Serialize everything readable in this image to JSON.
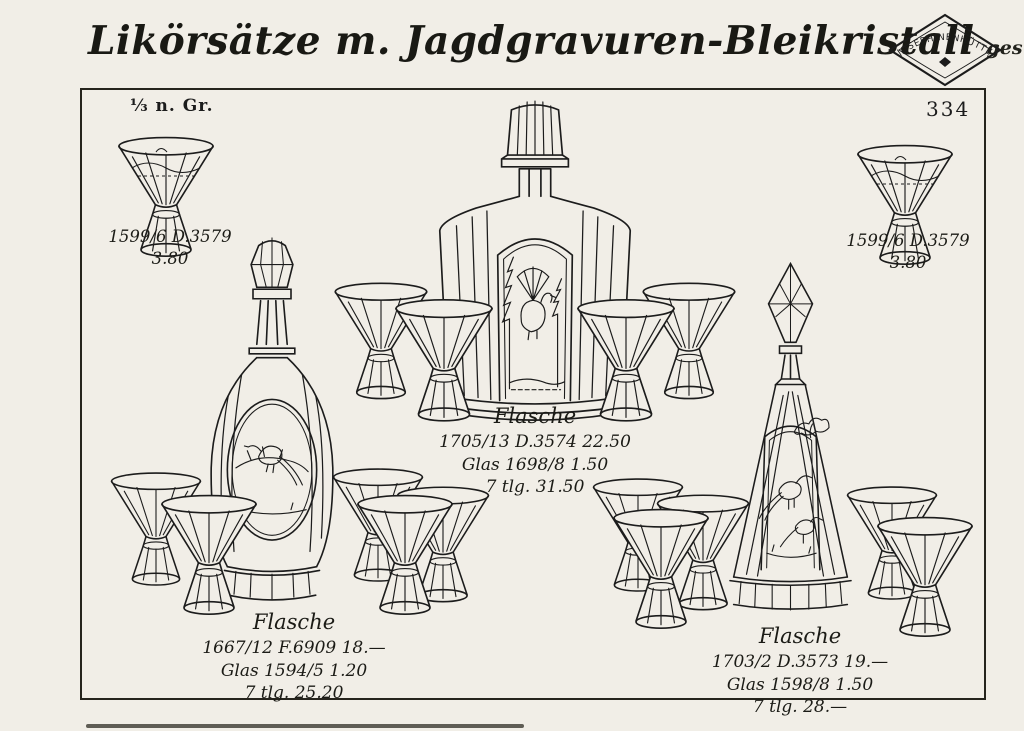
{
  "page": {
    "title": "Likörsätze m. Jagdgravuren-Bleikristall",
    "registered": "ges. gesch.",
    "logo_text": "JOSEPHINENHÜTTE",
    "page_number": "334",
    "scale_note": "⅓ n. Gr."
  },
  "captions": {
    "sample_left": {
      "code": "1599/6 D.3579",
      "price": "3.80"
    },
    "sample_right": {
      "code": "1599/6 D.3579",
      "price": "3.80"
    },
    "center_set": {
      "name": "Flasche",
      "line1": "1705/13 D.3574 22.50",
      "line2": "Glas 1698/8 1.50",
      "line3": "7 tlg. 31.50"
    },
    "left_set": {
      "name": "Flasche",
      "line1": "1667/12 F.6909 18.—",
      "line2": "Glas 1594/5 1.20",
      "line3": "7 tlg. 25.20"
    },
    "right_set": {
      "name": "Flasche",
      "line1": "1703/2 D.3573 19.—",
      "line2": "Glas 1598/8 1.50",
      "line3": "7 tlg. 28.—"
    }
  },
  "icons": {
    "logo": "diamond-badge",
    "logo_ornament": "small-diamond"
  },
  "colors": {
    "paper": "#f1eee7",
    "ink": "#1c1c1c"
  }
}
